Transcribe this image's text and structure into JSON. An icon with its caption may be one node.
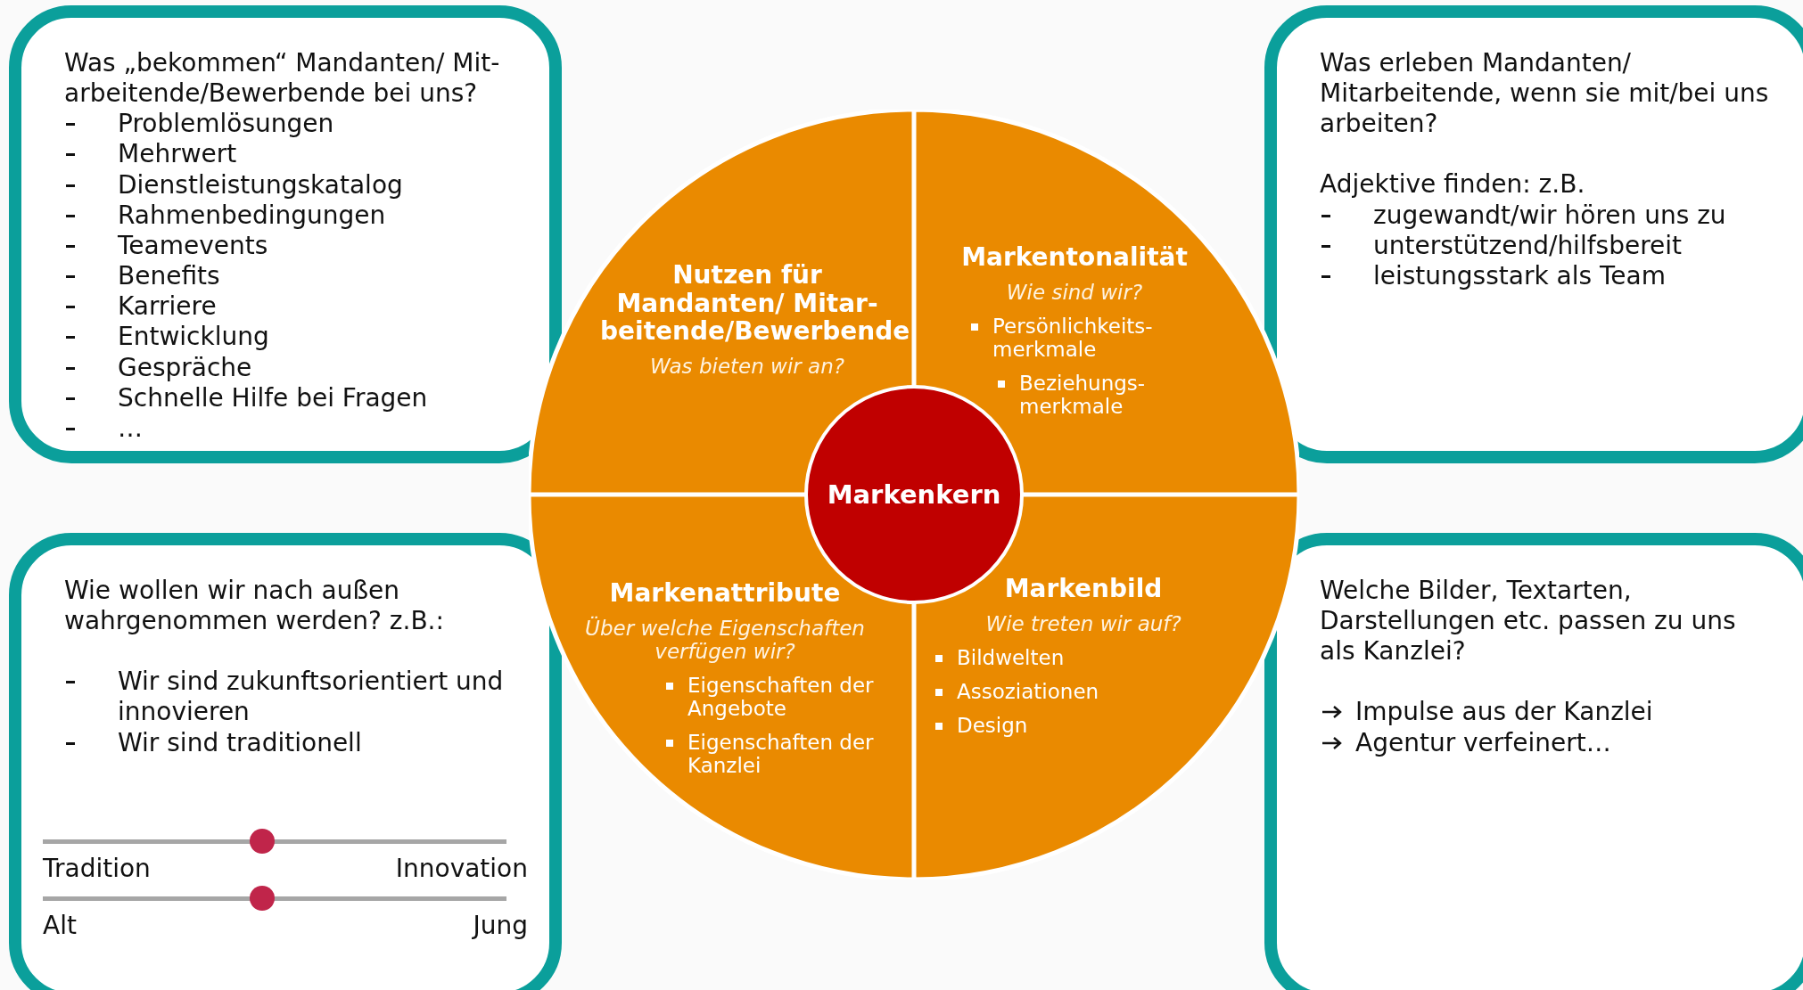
{
  "diagram": {
    "nodes": [
      {
        "text": [
          "Was „bekommen“ Mandanten/ Mit-arbeitende/Bewerbende bei uns?",
          "Problemlösungen",
          "Mehrwert",
          "Dienstleistungskatalog",
          "Rahmenbedingungen",
          "Teamevents",
          "Benefits",
          "Karriere",
          "Entwicklung",
          "Gespräche",
          "Schnelle Hilfe bei Fragen",
          "…"
        ]
      },
      {
        "text": [
          "Was erleben Mandanten/ Mitarbeitende, wenn sie mit/bei uns arbeiten?",
          "Adjektive finden: z.B.",
          "zugewandt/wir hören uns zu",
          "unterstützend/hilfsbereit",
          "leistungsstark als Team"
        ]
      },
      {
        "text": [
          "Wie wollen wir nach außen wahrgenommen werden? z.B.:",
          "Wir sind zukunftsorientiert und innovieren",
          "Wir sind traditionell"
        ]
      },
      {
        "text": [
          "Welche Bilder, Textarten, Darstellungen etc. passen zu uns als Kanzlei?",
          "Impulse aus der Kanzlei",
          "Agentur verfeinert…"
        ]
      },
      {
        "text": [],
        "shape": "circle"
      },
      {
        "text": [
          "Nutzen für Mandanten/ Mitar-beitende/Bewerbende",
          "Was bieten wir an?"
        ],
        "in": 4
      },
      {
        "text": [
          "Markentonalität",
          "Wie sind wir?",
          "Persönlichkeits-merkmale",
          "Beziehungs-merkmale"
        ],
        "in": 4
      },
      {
        "text": [
          "Markenattribute",
          "Über welche Eigenschaften verfügen wir?",
          "Eigenschaften der Angebote",
          "Eigenschaften der Kanzlei"
        ],
        "in": 4
      },
      {
        "text": [
          "Markenbild",
          "Wie treten wir auf?",
          "Bildwelten",
          "Assoziationen",
          "Design"
        ],
        "in": 4
      },
      {
        "text": [
          "Markenkern"
        ],
        "in": 4
      }
    ],
    "labels": [
      "Tradition",
      "Innovation",
      "Alt",
      "Jung"
    ]
  }
}
